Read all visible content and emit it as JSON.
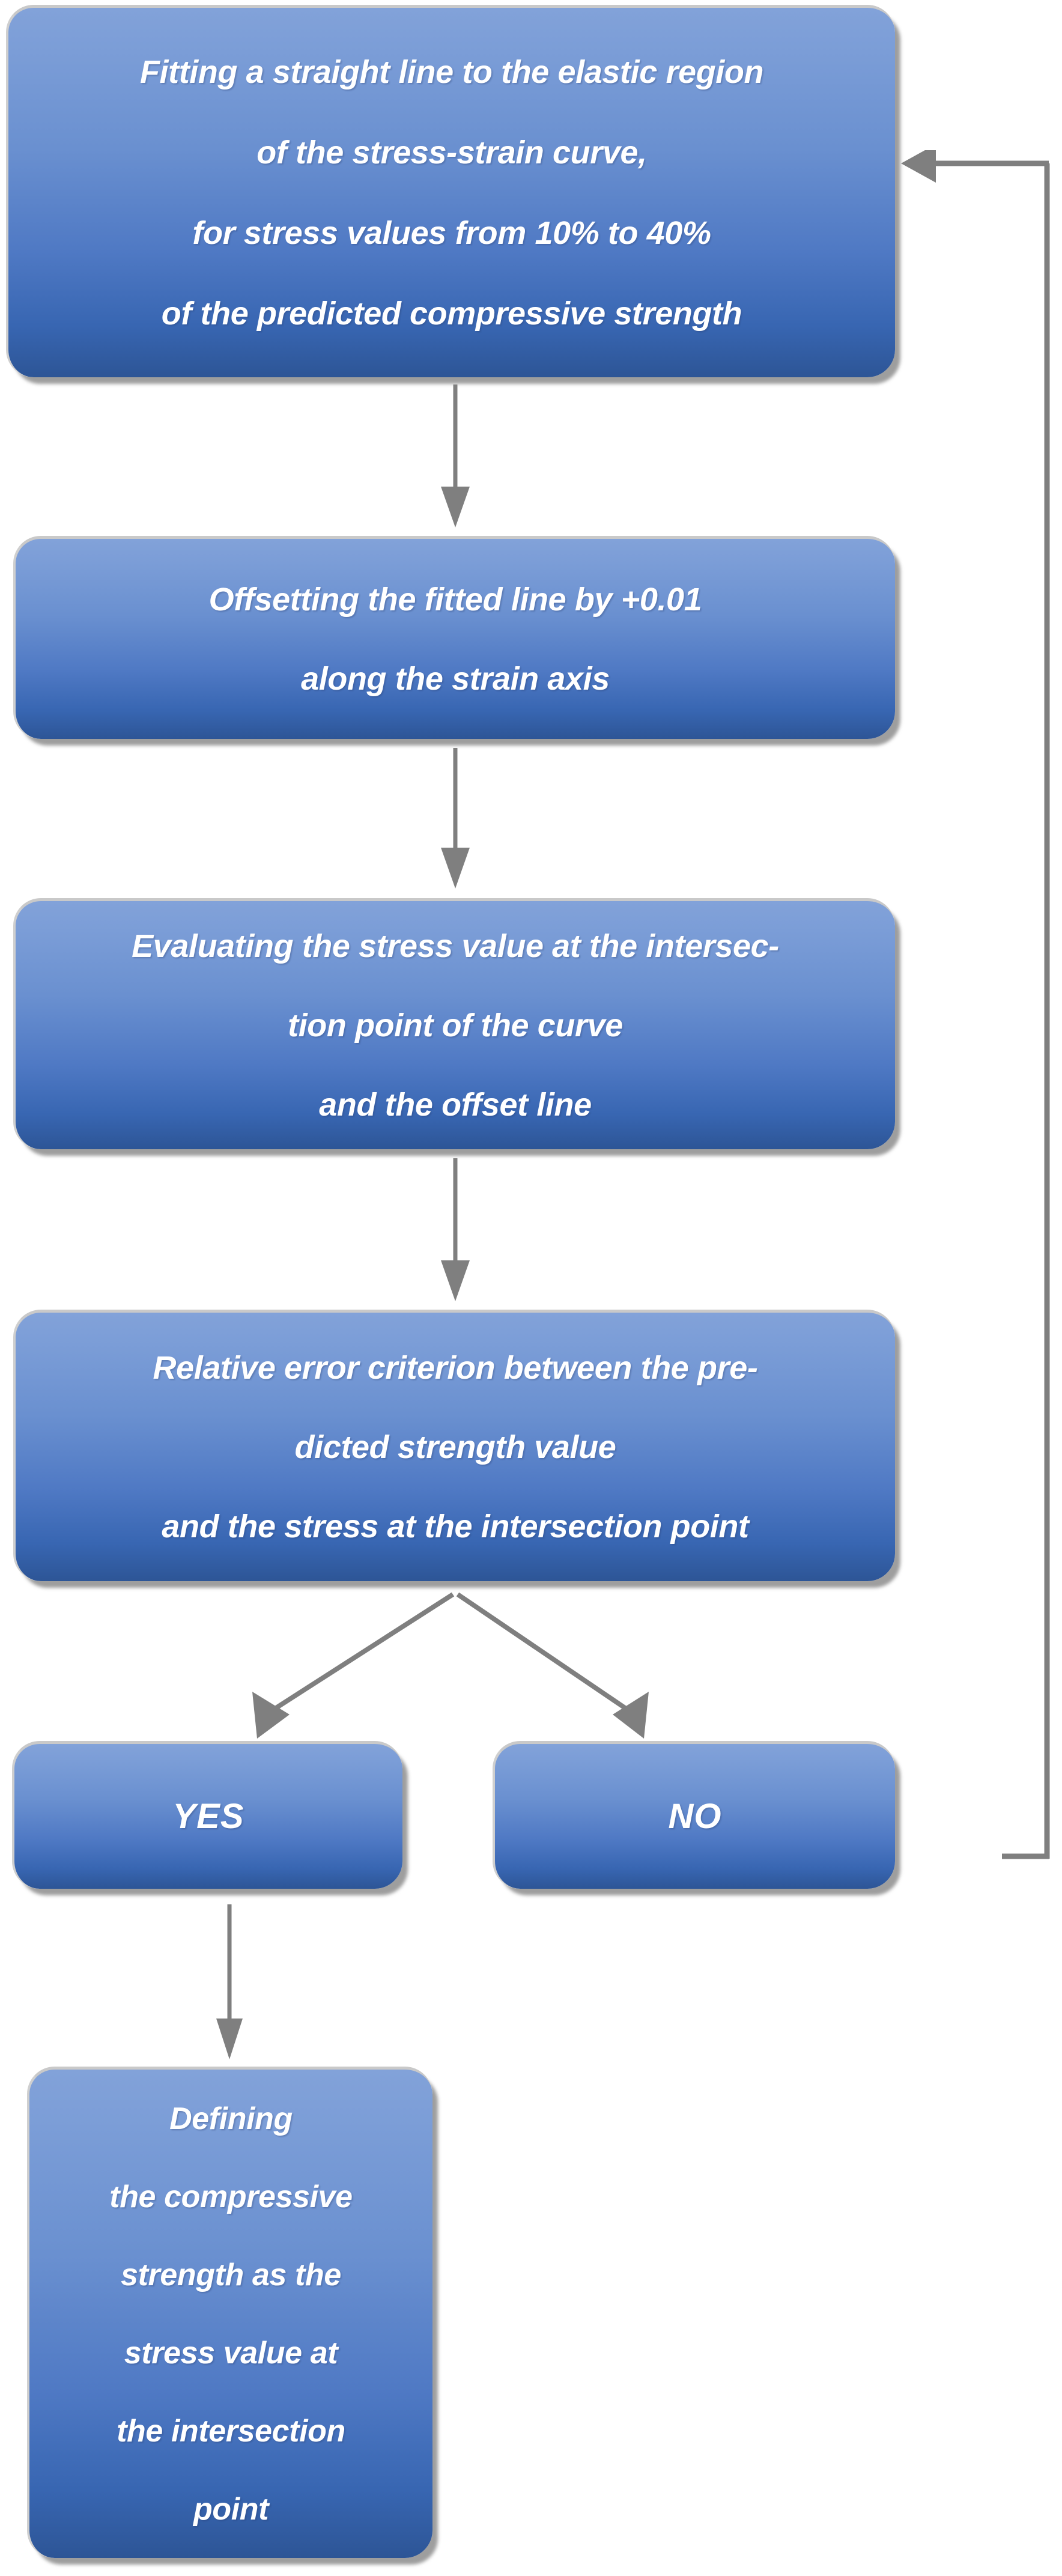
{
  "diagram": {
    "title": "Offset-method compressive strength determination flowchart",
    "type": "flowchart",
    "accent_color": "#4472C4",
    "node_gradient_top": "#82A2D9",
    "node_gradient_bottom": "#2D5596",
    "connector_color": "#7F7F7F",
    "text_color": "#FFFFFF",
    "background_color": "#FFFFFF"
  },
  "nodes": {
    "fit_line": {
      "id": "fit-line",
      "lines": [
        "Fitting a straight line to the elastic region",
        "of the stress-strain curve,",
        "for stress values from 10% to 40%",
        "of the predicted compressive strength"
      ]
    },
    "offset_line": {
      "id": "offset-line",
      "lines": [
        "Offsetting the fitted line by +0.01",
        "along the strain axis"
      ]
    },
    "evaluate_stress": {
      "id": "evaluate-stress",
      "lines": [
        "Evaluating the stress value at the intersec-",
        "tion point of the curve",
        "and the offset line"
      ]
    },
    "error_criterion": {
      "id": "error-criterion",
      "lines": [
        "Relative error criterion between the pre-",
        "dicted strength value",
        "and the stress at the intersection point"
      ]
    },
    "decision_yes": {
      "id": "decision-yes",
      "lines": [
        "YES"
      ]
    },
    "decision_no": {
      "id": "decision-no",
      "lines": [
        "NO"
      ]
    },
    "define_strength": {
      "id": "define-strength",
      "lines": [
        "Defining",
        "the compressive",
        "strength as the",
        "stress value at",
        "the intersection",
        "point"
      ]
    }
  },
  "connectors": [
    {
      "id": "fit-to-offset",
      "from": "fit_line",
      "to": "offset_line",
      "shape": "vertical-arrow",
      "direction": "down"
    },
    {
      "id": "offset-to-evaluate",
      "from": "offset_line",
      "to": "evaluate_stress",
      "shape": "vertical-arrow",
      "direction": "down"
    },
    {
      "id": "evaluate-to-criterion",
      "from": "evaluate_stress",
      "to": "error_criterion",
      "shape": "vertical-arrow",
      "direction": "down"
    },
    {
      "id": "criterion-to-yes",
      "from": "error_criterion",
      "to": "decision_yes",
      "shape": "diagonal-arrow",
      "direction": "down-left"
    },
    {
      "id": "criterion-to-no",
      "from": "error_criterion",
      "to": "decision_no",
      "shape": "diagonal-arrow",
      "direction": "down-right"
    },
    {
      "id": "yes-to-define",
      "from": "decision_yes",
      "to": "define_strength",
      "shape": "vertical-arrow",
      "direction": "down"
    },
    {
      "id": "no-feedback-loop",
      "from": "decision_no",
      "to": "fit_line",
      "shape": "elbow-arrow",
      "direction": "right-up-left"
    }
  ]
}
